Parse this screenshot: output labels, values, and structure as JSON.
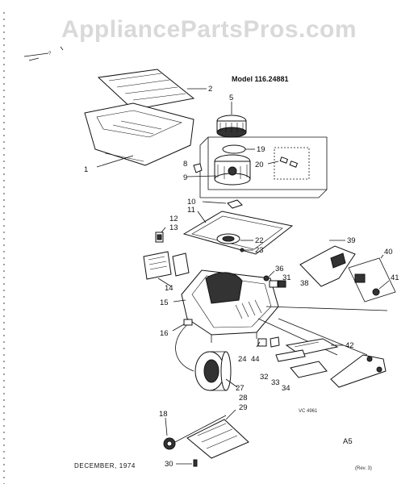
{
  "watermark": "AppliancePartsPros.com",
  "model": "Model 116.24881",
  "footer_date": "DECEMBER, 1974",
  "sheet_code": "A5",
  "small_code_1": "VC 4961",
  "small_code_2": "(Rev. 3)",
  "corner_mark": "?",
  "callouts": {
    "c1": "1",
    "c2": "2",
    "c5": "5",
    "c8": "8",
    "c9": "9",
    "c10": "10",
    "c11": "11",
    "c12": "12",
    "c13": "13",
    "c14": "14",
    "c15": "15",
    "c16": "16",
    "c18": "18",
    "c19": "19",
    "c20": "20",
    "c22": "22",
    "c23": "23",
    "c24": "24",
    "c27": "27",
    "c28": "28",
    "c29": "29",
    "c30": "30",
    "c31": "31",
    "c32": "32",
    "c33": "33",
    "c34": "34",
    "c36": "36",
    "c38": "38",
    "c39": "39",
    "c40": "40",
    "c41": "41",
    "c42": "42",
    "c44": "44"
  }
}
